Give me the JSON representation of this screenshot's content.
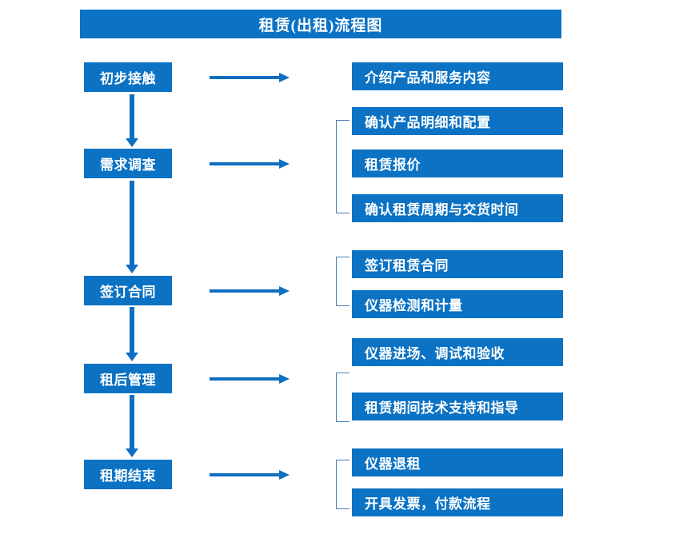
{
  "diagram": {
    "title": "租赁(出租)流程图",
    "colors": {
      "box_blue": "#0b72c4",
      "arrow_blue": "#0f6fc0",
      "bracket_blue": "#4a7cb5",
      "text_white": "#ffffff",
      "background": "#ffffff"
    },
    "stages": [
      {
        "id": "stage-1",
        "label": "初步接触"
      },
      {
        "id": "stage-2",
        "label": "需求调查"
      },
      {
        "id": "stage-3",
        "label": "签订合同"
      },
      {
        "id": "stage-4",
        "label": "租后管理"
      },
      {
        "id": "stage-5",
        "label": "租期结束"
      }
    ],
    "details": [
      {
        "id": "detail-1-1",
        "label": "介绍产品和服务内容"
      },
      {
        "id": "detail-2-1",
        "label": "确认产品明细和配置"
      },
      {
        "id": "detail-2-2",
        "label": "租赁报价"
      },
      {
        "id": "detail-2-3",
        "label": "确认租赁周期与交货时间"
      },
      {
        "id": "detail-3-1",
        "label": "签订租赁合同"
      },
      {
        "id": "detail-3-2",
        "label": "仪器检测和计量"
      },
      {
        "id": "detail-4-1",
        "label": "仪器进场、调试和验收"
      },
      {
        "id": "detail-4-2",
        "label": "租赁期间技术支持和指导"
      },
      {
        "id": "detail-5-1",
        "label": "仪器退租"
      },
      {
        "id": "detail-5-2",
        "label": "开具发票，付款流程"
      }
    ]
  }
}
